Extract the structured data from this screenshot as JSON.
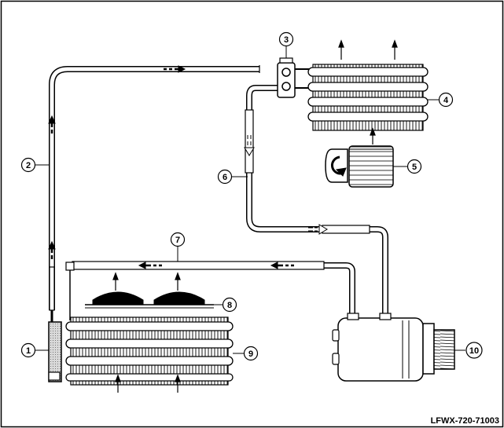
{
  "diagram": {
    "figure_id": "LFWX-720-71003",
    "callouts": [
      "1",
      "2",
      "3",
      "4",
      "5",
      "6",
      "7",
      "8",
      "9",
      "10"
    ],
    "colors": {
      "line": "#000000",
      "background": "#ffffff",
      "shade": "#cfcfcf"
    }
  }
}
